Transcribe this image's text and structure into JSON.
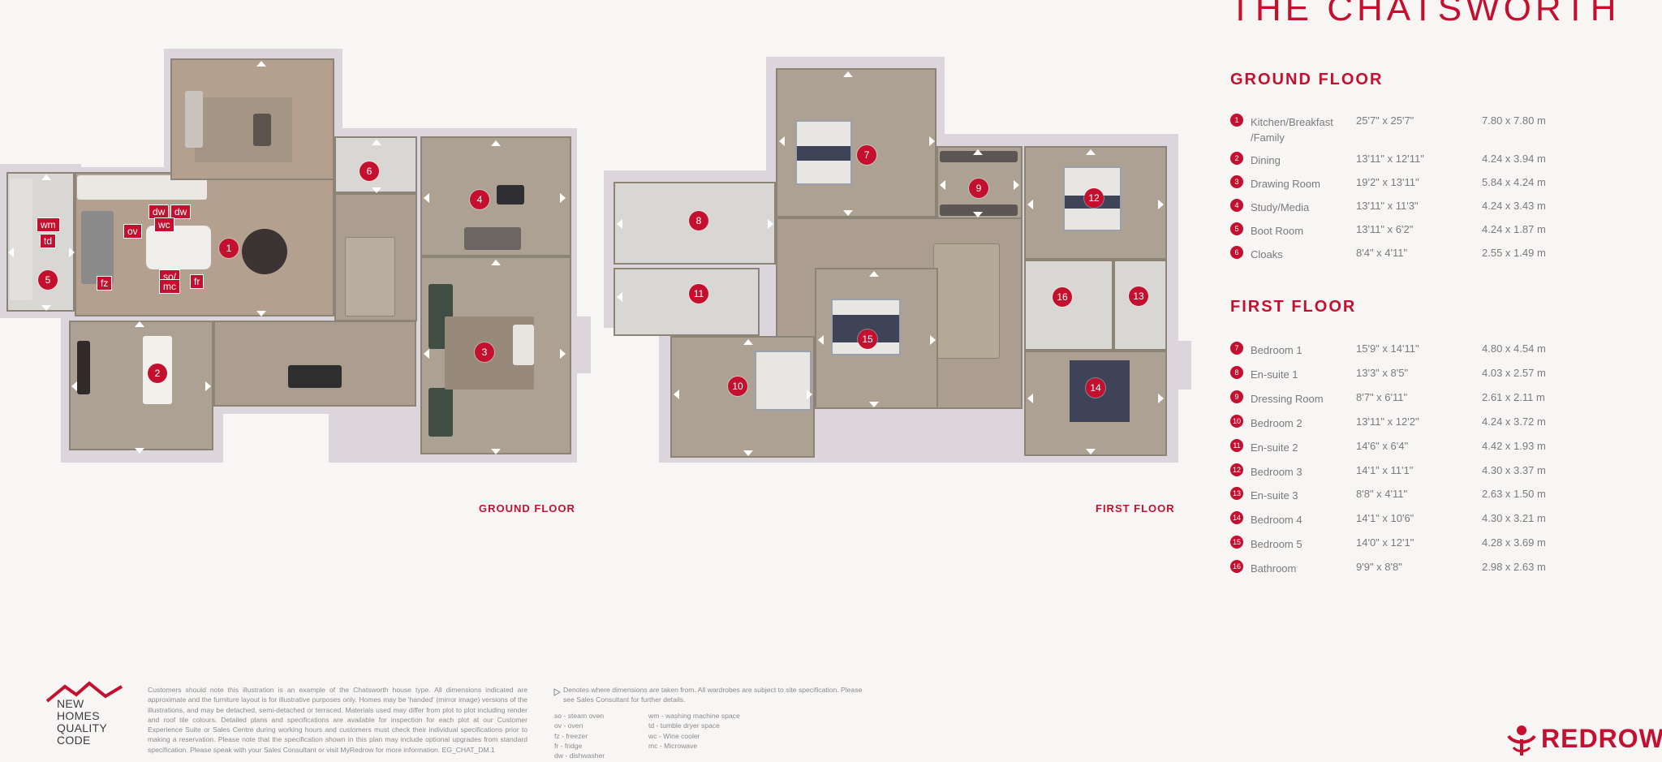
{
  "title": "THE CHATSWORTH",
  "floor_labels": {
    "ground": "GROUND FLOOR",
    "first": "FIRST FLOOR"
  },
  "plan_markers": {
    "ground": [
      "1",
      "2",
      "3",
      "4",
      "5",
      "6"
    ],
    "first": [
      "7",
      "8",
      "9",
      "10",
      "11",
      "12",
      "13",
      "14",
      "15",
      "16"
    ]
  },
  "appliance_tags": {
    "wm": "wm",
    "td": "td",
    "ov": "ov",
    "dw": "dw",
    "wc": "wc",
    "fz": "fz",
    "so": "so/",
    "mc": "mc",
    "fr": "fr"
  },
  "ground_floor": {
    "heading": "GROUND FLOOR",
    "rooms": [
      {
        "num": "1",
        "name": "Kitchen/Breakfast /Family",
        "imperial": "25'7\" x 25'7\"",
        "metric": "7.80 x 7.80 m"
      },
      {
        "num": "2",
        "name": "Dining",
        "imperial": "13'11\" x 12'11\"",
        "metric": "4.24 x 3.94 m"
      },
      {
        "num": "3",
        "name": "Drawing Room",
        "imperial": "19'2\" x 13'11\"",
        "metric": "5.84 x 4.24 m"
      },
      {
        "num": "4",
        "name": "Study/Media",
        "imperial": "13'11\" x 11'3\"",
        "metric": "4.24 x 3.43 m"
      },
      {
        "num": "5",
        "name": "Boot Room",
        "imperial": "13'11\" x 6'2\"",
        "metric": "4.24 x 1.87 m"
      },
      {
        "num": "6",
        "name": "Cloaks",
        "imperial": "8'4\" x 4'11\"",
        "metric": "2.55 x 1.49 m"
      }
    ]
  },
  "first_floor": {
    "heading": "FIRST FLOOR",
    "rooms": [
      {
        "num": "7",
        "name": "Bedroom 1",
        "imperial": "15'9\" x 14'11\"",
        "metric": "4.80 x 4.54 m"
      },
      {
        "num": "8",
        "name": "En-suite 1",
        "imperial": "13'3\" x 8'5\"",
        "metric": "4.03 x 2.57 m"
      },
      {
        "num": "9",
        "name": "Dressing Room",
        "imperial": "8'7\" x 6'11\"",
        "metric": "2.61 x 2.11 m"
      },
      {
        "num": "10",
        "name": "Bedroom 2",
        "imperial": "13'11\" x 12'2\"",
        "metric": "4.24 x 3.72 m"
      },
      {
        "num": "11",
        "name": "En-suite 2",
        "imperial": "14'6\" x 6'4\"",
        "metric": "4.42 x 1.93 m"
      },
      {
        "num": "12",
        "name": "Bedroom 3",
        "imperial": "14'1\" x 11'1\"",
        "metric": "4.30 x 3.37 m"
      },
      {
        "num": "13",
        "name": "En-suite 3",
        "imperial": "8'8\" x 4'11\"",
        "metric": "2.63 x 1.50 m"
      },
      {
        "num": "14",
        "name": "Bedroom 4",
        "imperial": "14'1\" x 10'6\"",
        "metric": "4.30 x 3.21 m"
      },
      {
        "num": "15",
        "name": "Bedroom 5",
        "imperial": "14'0\" x 12'1\"",
        "metric": "4.28 x 3.69 m"
      },
      {
        "num": "16",
        "name": "Bathroom",
        "imperial": "9'9\" x 8'8\"",
        "metric": "2.98 x 2.63 m"
      }
    ]
  },
  "disclaimer": "Customers should note this illustration is an example of the Chatsworth house type. All dimensions indicated are approximate and the furniture layout is for illustrative purposes only. Homes may be 'handed' (mirror image) versions of the illustrations, and may be detached, semi-detached or terraced. Materials used may differ from plot to plot including render and roof tile colours. Detailed plans and specifications are available for inspection for each plot at our Customer Experience Suite or Sales Centre during working hours and customers must check their individual specifications prior to making a reservation. Please note that the specification shown in this plan may include optional upgrades from standard specification. Please speak with your Sales Consultant or visit MyRedrow for more information. EG_CHAT_DM.1",
  "dimension_note": "Denotes where dimensions are taken from. All wardrobes are subject to site specification. Please see Sales Consultant for further details.",
  "abbreviations_left": [
    "so - steam oven",
    "ov - oven",
    "fz - freezer",
    "fr - fridge",
    "dw - dishwasher"
  ],
  "abbreviations_right": [
    "wm - washing machine space",
    "td - tumble dryer space",
    "wc - Wine cooler",
    "mc - Microwave"
  ],
  "logo_nhqc": [
    "NEW",
    "HOMES",
    "QUALITY",
    "CODE"
  ],
  "brand": "REDROW",
  "colors": {
    "accent": "#c4102e",
    "background": "#f8f6f5",
    "text": "#7a7a7a"
  }
}
